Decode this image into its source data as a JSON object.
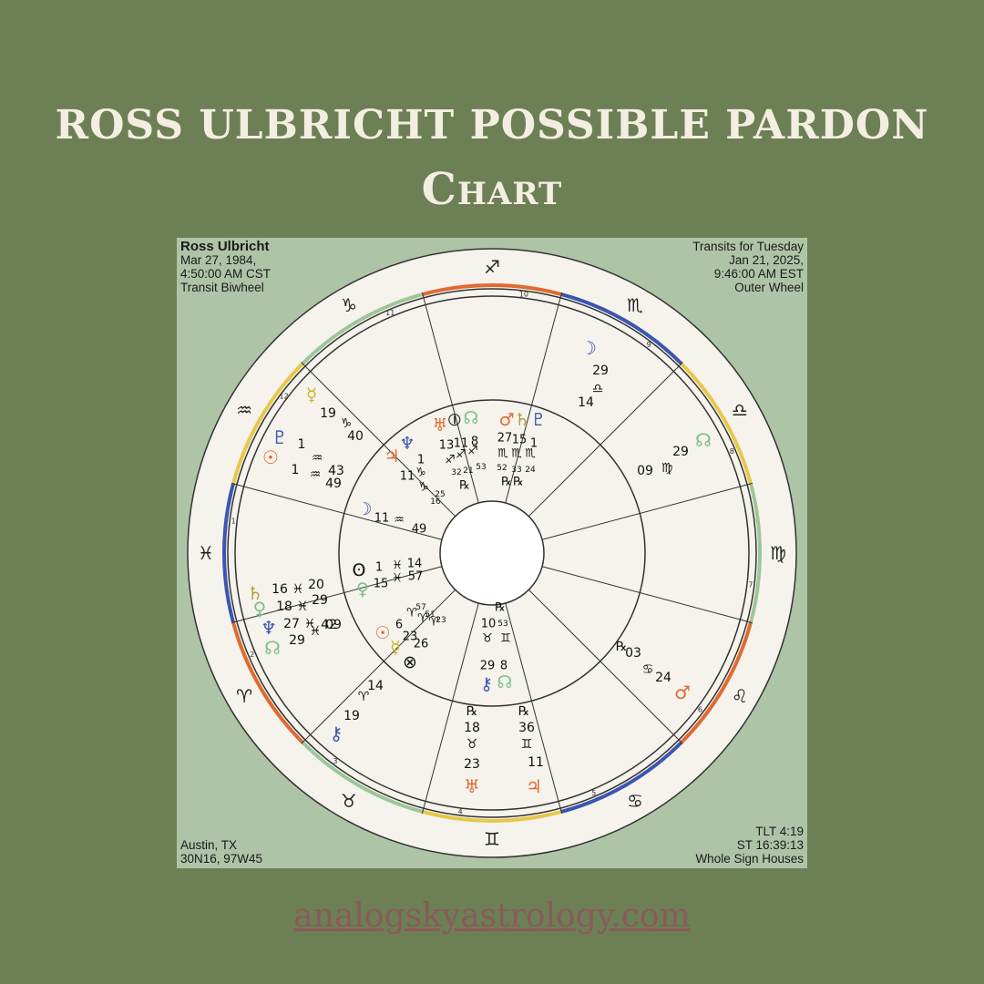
{
  "header": {
    "title_line1": "ROSS ULBRICHT POSSIBLE PARDON",
    "title_line2": "Chart"
  },
  "chart": {
    "top_left": {
      "name": "Ross Ulbricht",
      "line1": "Mar 27, 1984,",
      "line2": "4:50:00 AM CST",
      "line3": "Transit Biwheel"
    },
    "top_right": {
      "line1": "Transits for Tuesday",
      "line2": "Jan 21, 2025,",
      "line3": "9:46:00 AM EST",
      "line4": "Outer Wheel"
    },
    "bottom_left": {
      "line1": "Austin, TX",
      "line2": "30N16, 97W45"
    },
    "bottom_right": {
      "line1": "TLT 4:19",
      "line2": "ST 16:39:13",
      "line3": "Whole Sign Houses"
    },
    "zodiac_glyphs": [
      "♐",
      "♏",
      "♎",
      "♍",
      "♌",
      "♋",
      "♊",
      "♉",
      "♈",
      "♓",
      "♒",
      "♑"
    ],
    "house_numbers": [
      "10",
      "9",
      "8",
      "7",
      "6",
      "5",
      "4",
      "3",
      "2",
      "1",
      "12",
      "11"
    ],
    "colors": {
      "fire": "#e06a30",
      "earth": "#9cc79a",
      "air": "#e6c84a",
      "water": "#3a56b0",
      "line": "#333333",
      "wheel_bg": "#f6f2ec"
    },
    "outer_labels": [
      {
        "t": "☽",
        "c": "#3a56b0"
      },
      {
        "t": "29",
        "c": "#111"
      },
      {
        "t": "♎",
        "c": "#111"
      },
      {
        "t": "14",
        "c": "#111"
      },
      {
        "t": "☊",
        "c": "#7bbf83"
      },
      {
        "t": "29",
        "c": "#111"
      },
      {
        "t": "♍",
        "c": "#111"
      },
      {
        "t": "09",
        "c": "#111"
      },
      {
        "t": "℞",
        "c": "#111"
      },
      {
        "t": "03",
        "c": "#111"
      },
      {
        "t": "♋",
        "c": "#111"
      },
      {
        "t": "24",
        "c": "#111"
      },
      {
        "t": "♂",
        "c": "#e06a30"
      },
      {
        "t": "℞",
        "c": "#111"
      },
      {
        "t": "36",
        "c": "#111"
      },
      {
        "t": "♊",
        "c": "#111"
      },
      {
        "t": "11",
        "c": "#111"
      },
      {
        "t": "♃",
        "c": "#e06a30"
      },
      {
        "t": "℞",
        "c": "#111"
      },
      {
        "t": "18",
        "c": "#111"
      },
      {
        "t": "♉",
        "c": "#111"
      },
      {
        "t": "23",
        "c": "#111"
      },
      {
        "t": "♅",
        "c": "#e06a30"
      },
      {
        "t": "⚷",
        "c": "#3a56b0"
      },
      {
        "t": "19",
        "c": "#111"
      },
      {
        "t": "♈",
        "c": "#111"
      },
      {
        "t": "14",
        "c": "#111"
      },
      {
        "t": "♄",
        "c": "#b0a040"
      },
      {
        "t": "16",
        "c": "#111"
      },
      {
        "t": "♓",
        "c": "#111"
      },
      {
        "t": "20",
        "c": "#111"
      },
      {
        "t": "♀",
        "c": "#7bbf83"
      },
      {
        "t": "18",
        "c": "#111"
      },
      {
        "t": "♓",
        "c": "#111"
      },
      {
        "t": "29",
        "c": "#111"
      },
      {
        "t": "♆",
        "c": "#3a56b0"
      },
      {
        "t": "27",
        "c": "#111"
      },
      {
        "t": "♓",
        "c": "#111"
      },
      {
        "t": "42",
        "c": "#111"
      },
      {
        "t": "☊",
        "c": "#7bbf83"
      },
      {
        "t": "29",
        "c": "#111"
      },
      {
        "t": "♓",
        "c": "#111"
      },
      {
        "t": "09",
        "c": "#111"
      },
      {
        "t": "♇",
        "c": "#3a56b0"
      },
      {
        "t": "☉",
        "c": "#e06a30"
      },
      {
        "t": "1",
        "c": "#111"
      },
      {
        "t": "1",
        "c": "#111"
      },
      {
        "t": "♒",
        "c": "#111"
      },
      {
        "t": "♒",
        "c": "#111"
      },
      {
        "t": "43",
        "c": "#111"
      },
      {
        "t": "49",
        "c": "#111"
      },
      {
        "t": "☿",
        "c": "#c9b520"
      },
      {
        "t": "19",
        "c": "#111"
      },
      {
        "t": "♑",
        "c": "#111"
      },
      {
        "t": "40",
        "c": "#111"
      }
    ],
    "inner_labels": [
      {
        "t": "♂",
        "c": "#e06a30"
      },
      {
        "t": "♄",
        "c": "#b0a040"
      },
      {
        "t": "♇",
        "c": "#3a56b0"
      },
      {
        "t": "27",
        "c": "#111"
      },
      {
        "t": "15",
        "c": "#111"
      },
      {
        "t": "1",
        "c": "#111"
      },
      {
        "t": "♏",
        "c": "#111"
      },
      {
        "t": "♏",
        "c": "#111"
      },
      {
        "t": "♏",
        "c": "#111"
      },
      {
        "t": "52",
        "c": "#111"
      },
      {
        "t": "33",
        "c": "#111"
      },
      {
        "t": "24",
        "c": "#111"
      },
      {
        "t": "℞",
        "c": "#111"
      },
      {
        "t": "℞",
        "c": "#111"
      },
      {
        "t": "♅",
        "c": "#e06a30"
      },
      {
        "t": "⦶",
        "c": "#111"
      },
      {
        "t": "☊",
        "c": "#7bbf83"
      },
      {
        "t": "13",
        "c": "#111"
      },
      {
        "t": "11",
        "c": "#111"
      },
      {
        "t": "8",
        "c": "#111"
      },
      {
        "t": "♐",
        "c": "#111"
      },
      {
        "t": "♐",
        "c": "#111"
      },
      {
        "t": "♐",
        "c": "#111"
      },
      {
        "t": "32",
        "c": "#111"
      },
      {
        "t": "21",
        "c": "#111"
      },
      {
        "t": "53",
        "c": "#111"
      },
      {
        "t": "℞",
        "c": "#111"
      },
      {
        "t": "♃",
        "c": "#e06a30"
      },
      {
        "t": "♆",
        "c": "#3a56b0"
      },
      {
        "t": "1",
        "c": "#111"
      },
      {
        "t": "11",
        "c": "#111"
      },
      {
        "t": "♑",
        "c": "#111"
      },
      {
        "t": "♑",
        "c": "#111"
      },
      {
        "t": "25",
        "c": "#111"
      },
      {
        "t": "16",
        "c": "#111"
      },
      {
        "t": "☽",
        "c": "#3a56b0"
      },
      {
        "t": "11",
        "c": "#111"
      },
      {
        "t": "♒",
        "c": "#111"
      },
      {
        "t": "49",
        "c": "#111"
      },
      {
        "t": "ʘ",
        "c": "#111"
      },
      {
        "t": "1",
        "c": "#111"
      },
      {
        "t": "♓",
        "c": "#111"
      },
      {
        "t": "14",
        "c": "#111"
      },
      {
        "t": "♀",
        "c": "#7bbf83"
      },
      {
        "t": "15",
        "c": "#111"
      },
      {
        "t": "♓",
        "c": "#111"
      },
      {
        "t": "57",
        "c": "#111"
      },
      {
        "t": "☉",
        "c": "#e06a30"
      },
      {
        "t": "☿",
        "c": "#c9b520"
      },
      {
        "t": "⊗",
        "c": "#111"
      },
      {
        "t": "6",
        "c": "#111"
      },
      {
        "t": "23",
        "c": "#111"
      },
      {
        "t": "26",
        "c": "#111"
      },
      {
        "t": "♈",
        "c": "#111"
      },
      {
        "t": "♈",
        "c": "#111"
      },
      {
        "t": "♈",
        "c": "#111"
      },
      {
        "t": "57",
        "c": "#111"
      },
      {
        "t": "51",
        "c": "#111"
      },
      {
        "t": "23",
        "c": "#111"
      },
      {
        "t": "℞",
        "c": "#111"
      },
      {
        "t": "10",
        "c": "#111"
      },
      {
        "t": "53",
        "c": "#111"
      },
      {
        "t": "♉",
        "c": "#111"
      },
      {
        "t": "♊",
        "c": "#111"
      },
      {
        "t": "29",
        "c": "#111"
      },
      {
        "t": "8",
        "c": "#111"
      },
      {
        "t": "⚷",
        "c": "#3a56b0"
      },
      {
        "t": "☊",
        "c": "#7bbf83"
      }
    ]
  },
  "footer": {
    "url": "analogskyastrology.com"
  }
}
